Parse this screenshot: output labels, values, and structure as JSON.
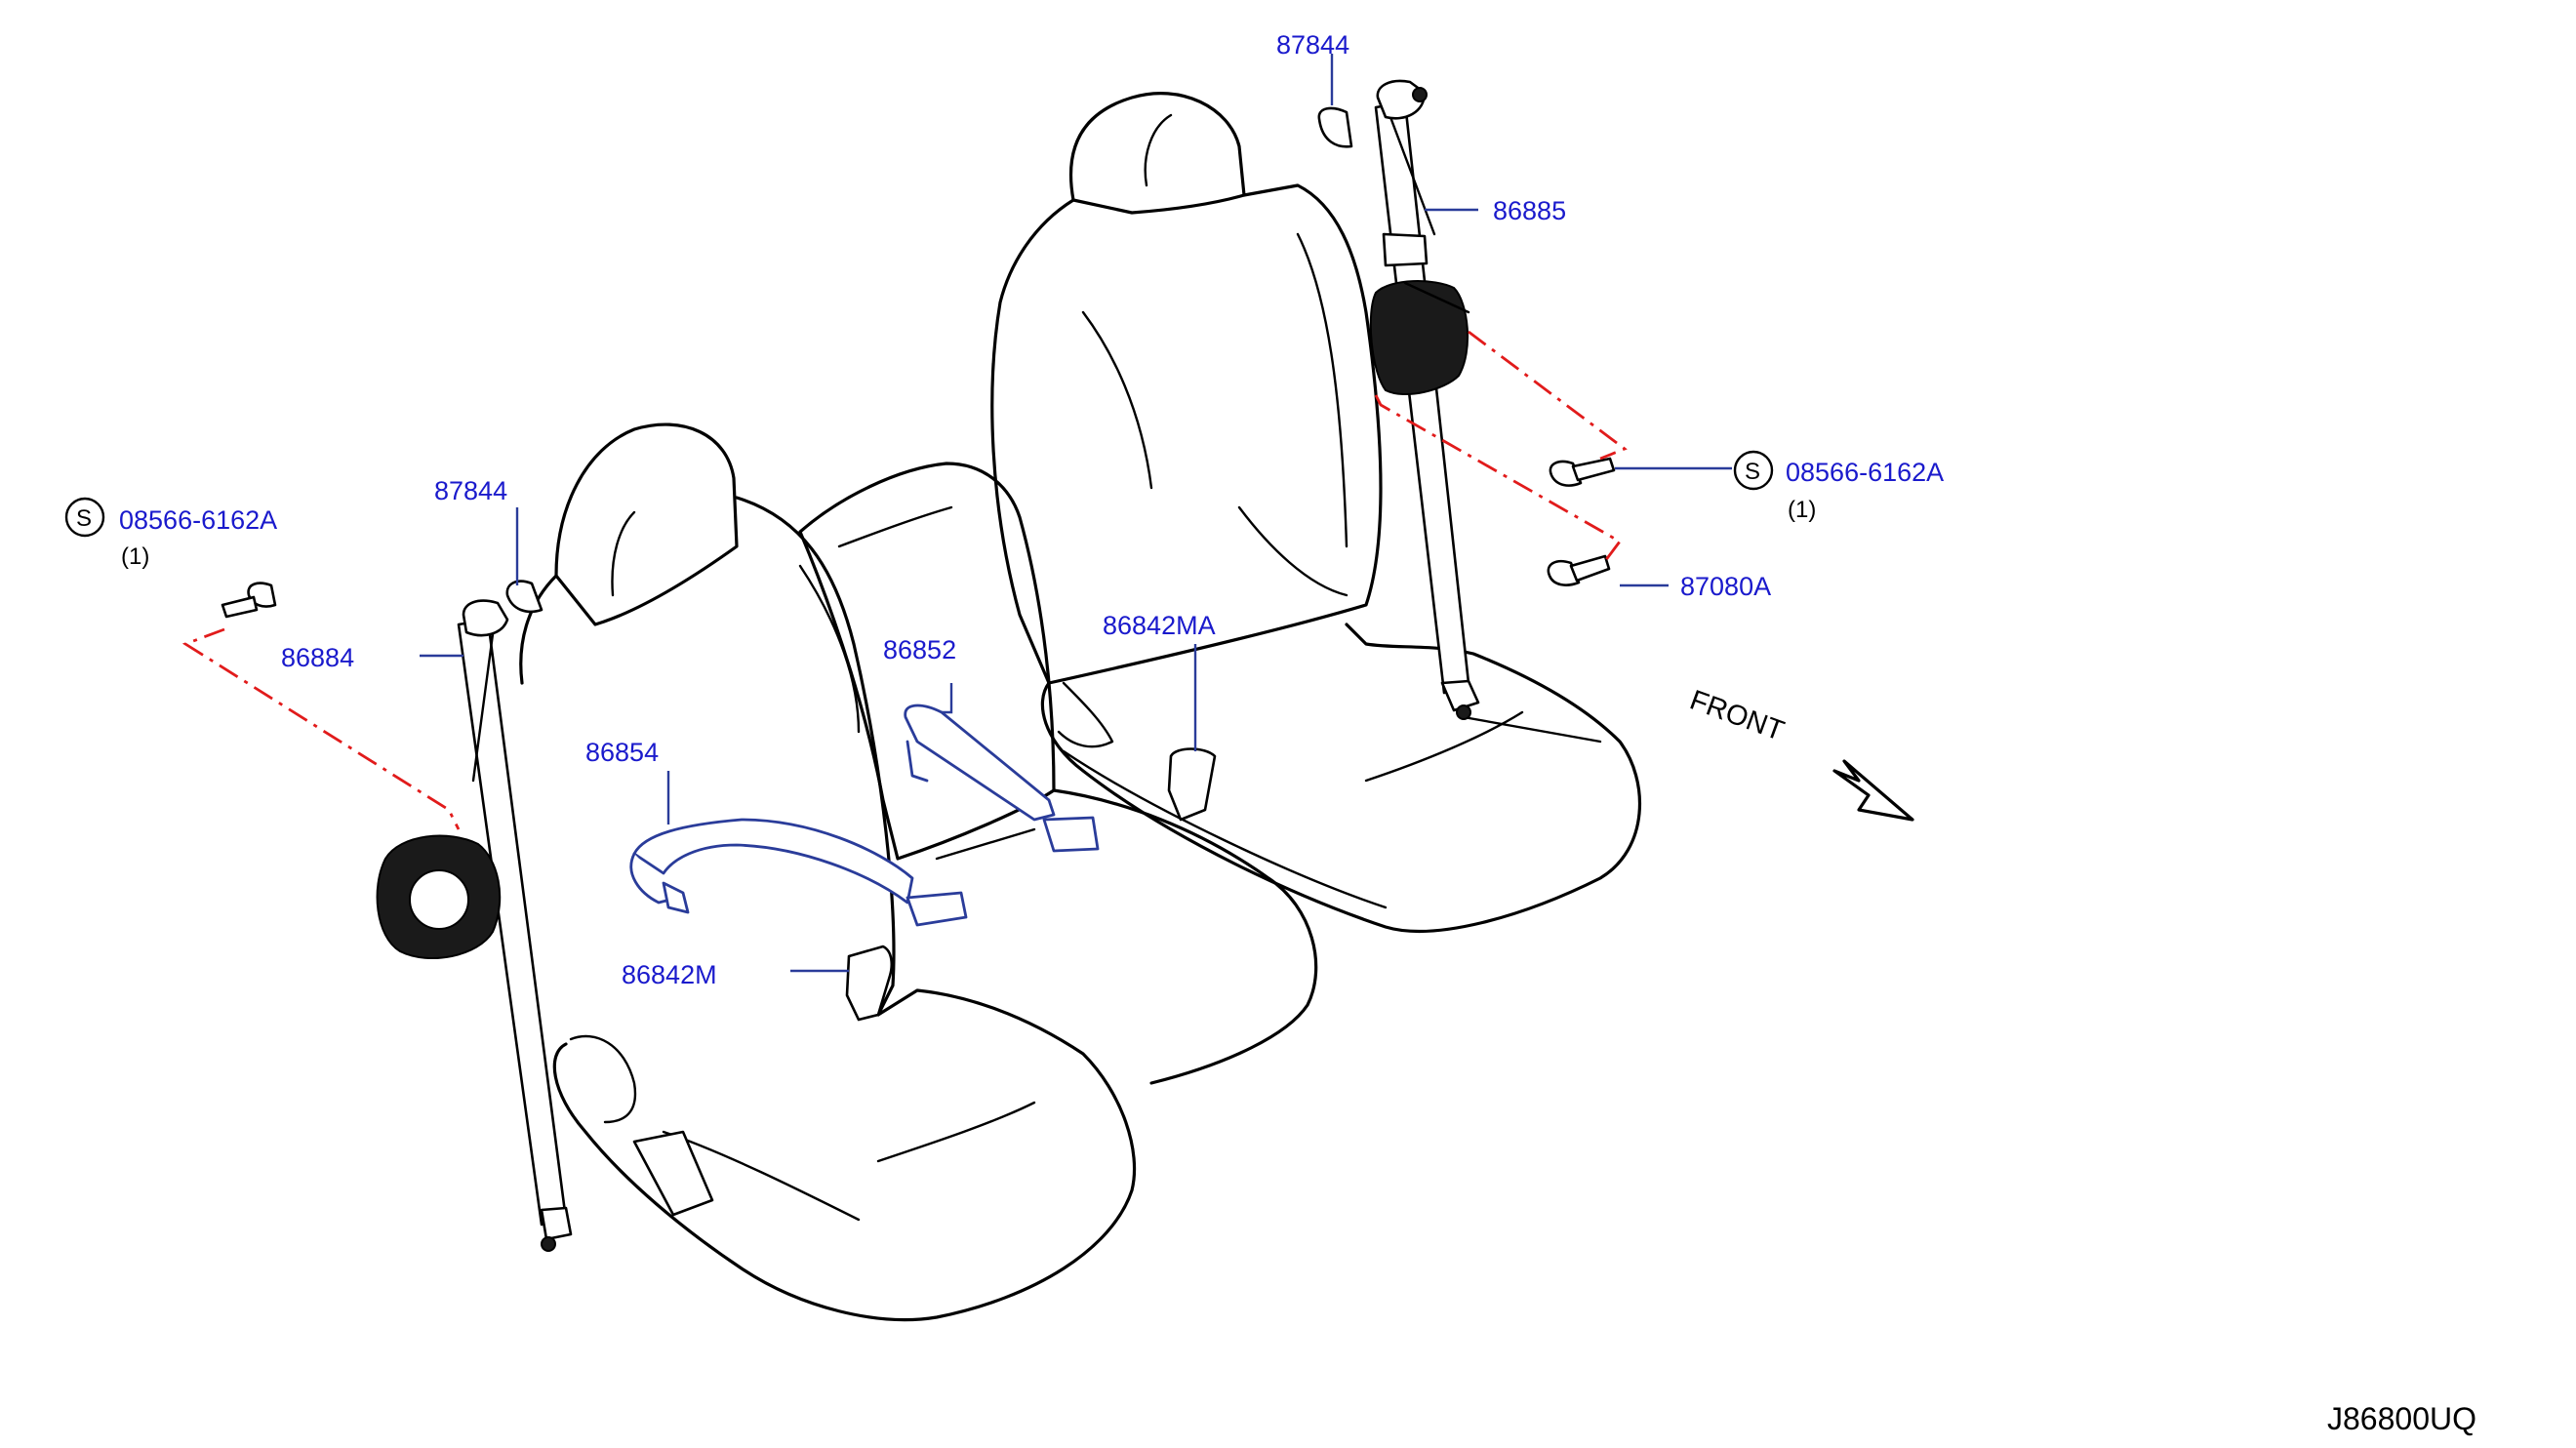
{
  "diagram_code": "J86800UQ",
  "front_label": "FRONT",
  "callouts": {
    "anchor_clip_right": "87844",
    "belt_assembly_right": "86885",
    "bolt_right_s": "08566-6162A",
    "bolt_right_qty": "(1)",
    "bolt_right_b": "87080A",
    "buckle_right": "86842MA",
    "buckle_center": "86852",
    "belt_center": "86854",
    "buckle_left": "86842M",
    "anchor_clip_left": "87844",
    "belt_assembly_left": "86884",
    "bolt_left_s": "08566-6162A",
    "bolt_left_qty": "(1)",
    "standard_part_symbol": "S"
  },
  "colors": {
    "callout_text": "#1a1acc",
    "leader_line": "#2a3c9a",
    "mounting_dash": "#e11b1b"
  }
}
